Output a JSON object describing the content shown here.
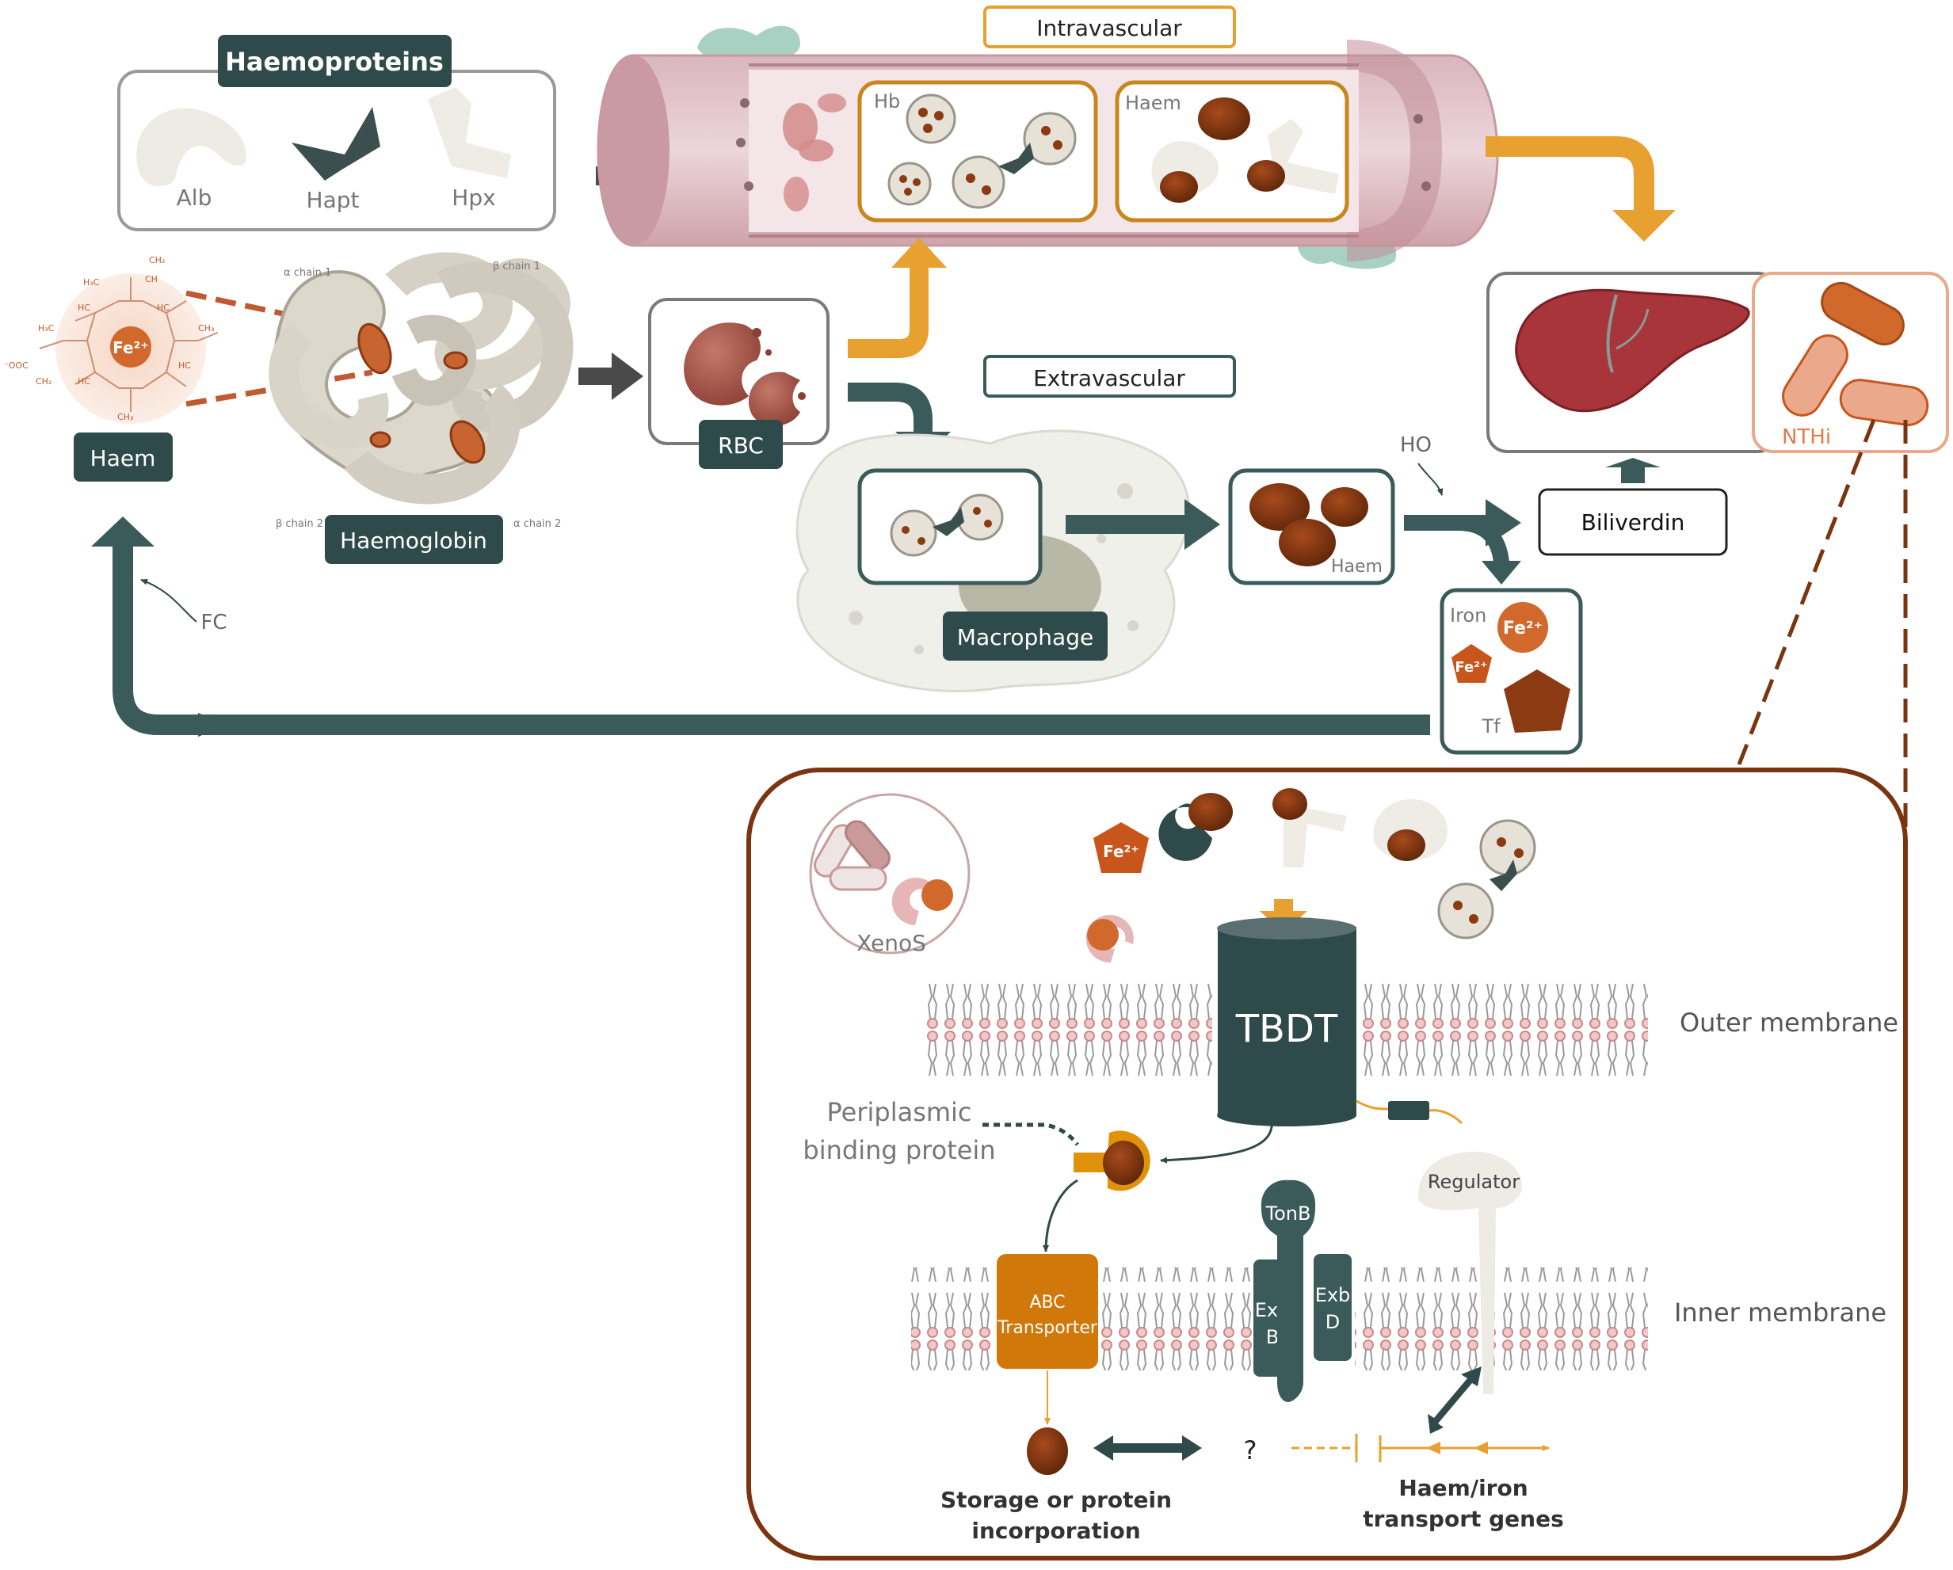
{
  "haemoproteins": {
    "title": "Haemoproteins",
    "items": [
      "Alb",
      "Hapt",
      "Hpx"
    ]
  },
  "intravascular": {
    "label": "Intravascular",
    "hb_label": "Hb",
    "haem_label": "Haem"
  },
  "extravascular": {
    "label": "Extravascular",
    "macrophage_label": "Macrophage",
    "haem_label": "Haem"
  },
  "haem": {
    "label": "Haem",
    "fe_label": "Fe²⁺",
    "formula": {
      "ch2_top": "CH₂",
      "ch_top": "CH",
      "h3c": "H₃C",
      "ch3": "CH₃",
      "hc": "HC",
      "ooc": "⁻OOC",
      "ch2": "CH₂"
    }
  },
  "haemoglobin": {
    "label": "Haemoglobin",
    "chains": [
      "α chain 1",
      "β chain 1",
      "β chain 2",
      "α chain 2"
    ]
  },
  "rbc": {
    "label": "RBC"
  },
  "liver": {
    "nthi_label": "NTHi"
  },
  "pathway": {
    "ho_label": "HO",
    "fc_label": "FC",
    "biliverdin_label": "Biliverdin",
    "iron_label": "Iron",
    "fe_label": "Fe²⁺",
    "tf_label": "Tf"
  },
  "bacterium": {
    "xenos_label": "XenoS",
    "fe_label": "Fe²⁺",
    "tbdt_label": "TBDT",
    "outer_membrane_label": "Outer membrane",
    "inner_membrane_label": "Inner membrane",
    "periplasmic_label_1": "Periplasmic",
    "periplasmic_label_2": "binding protein",
    "tonb_label": "TonB",
    "exbb_label_1": "Exb",
    "exbb_label_2": "B",
    "exbd_label_1": "Exb",
    "exbd_label_2": "D",
    "abc_label_1": "ABC",
    "abc_label_2": "Transporter",
    "regulator_label": "Regulator",
    "question_label": "?",
    "storage_label_1": "Storage or protein",
    "storage_label_2": "incorporation",
    "genes_label_1": "Haem/iron",
    "genes_label_2": "transport genes"
  },
  "colors": {
    "dark_teal": "#2f4a4a",
    "orange": "#e8a030",
    "brown": "#7a3510",
    "haem_brown": "#8b3a12",
    "fe_orange": "#d2692c",
    "vessel_pink": "#d9b3b8",
    "nthi_peach": "#e9a98a"
  }
}
